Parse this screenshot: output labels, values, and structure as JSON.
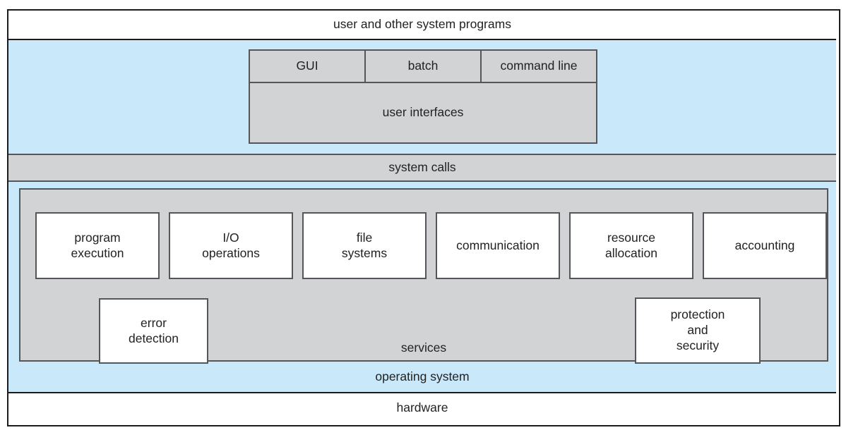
{
  "layers": {
    "user_programs": "user and other system programs",
    "system_calls": "system calls",
    "operating_system": "operating system",
    "hardware": "hardware"
  },
  "user_interfaces": {
    "cells": [
      "GUI",
      "batch",
      "command line"
    ],
    "label": "user interfaces"
  },
  "services": {
    "label": "services",
    "row1": [
      "program\nexecution",
      "I/O\noperations",
      "file\nsystems",
      "communication",
      "resource\nallocation",
      "accounting"
    ],
    "row2": [
      "error\ndetection",
      "protection\nand\nsecurity"
    ]
  },
  "colors": {
    "band_blue": "#c9e8f9",
    "band_gray": "#d2d3d5",
    "box_border": "#55565a",
    "outer_border": "#1c1c1c",
    "box_fill": "#ffffff"
  }
}
